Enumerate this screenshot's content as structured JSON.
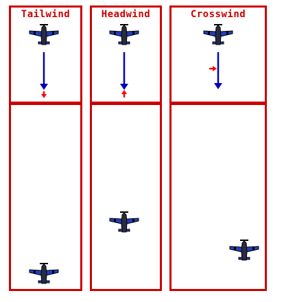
{
  "panels": [
    {
      "id": "tailwind",
      "title": "Tailwind"
    },
    {
      "id": "headwind",
      "title": "Headwind"
    },
    {
      "id": "crosswind",
      "title": "Crosswind"
    }
  ],
  "colors": {
    "frame": "#cc0000",
    "heading_arrow": "#0000bb",
    "wind_arrow": "#ff0000",
    "plane_body": "#1f3fbf",
    "plane_outline": "#000000"
  },
  "icons": {
    "plane": "airplane-icon",
    "heading": "heading-arrow-icon",
    "wind": "wind-arrow-icon"
  }
}
